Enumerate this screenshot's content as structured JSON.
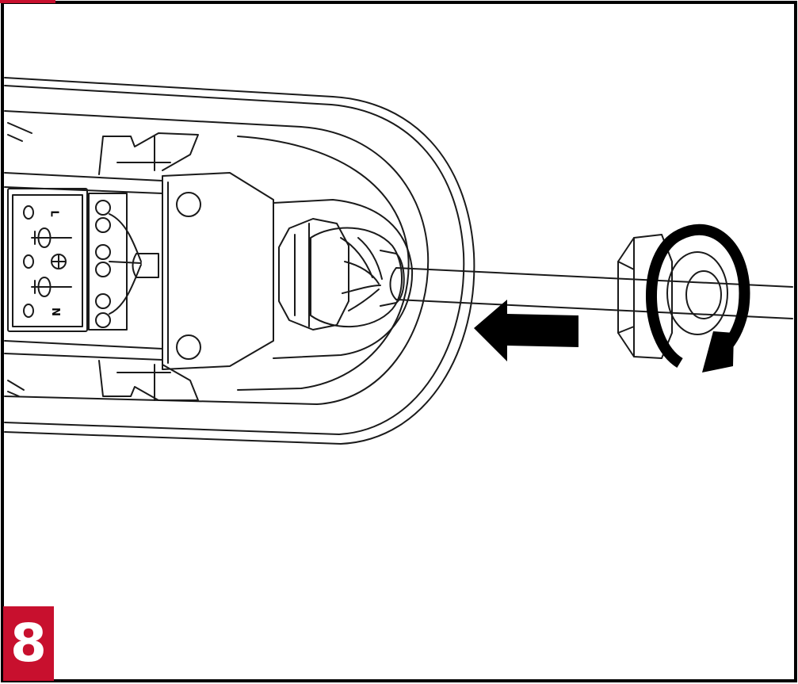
{
  "step": {
    "number": "8",
    "badge_color": "#c8102e"
  },
  "terminal_labels": {
    "live": "L",
    "ground": "⏚",
    "neutral": "N"
  },
  "colors": {
    "line": "#1a1a1a",
    "arrow": "#000000",
    "frame": "#000000",
    "background": "#ffffff"
  },
  "icons": {
    "push_arrow": "arrow-left-icon",
    "rotate_arrow": "rotate-clockwise-icon",
    "ground_symbol": "ground-icon"
  }
}
